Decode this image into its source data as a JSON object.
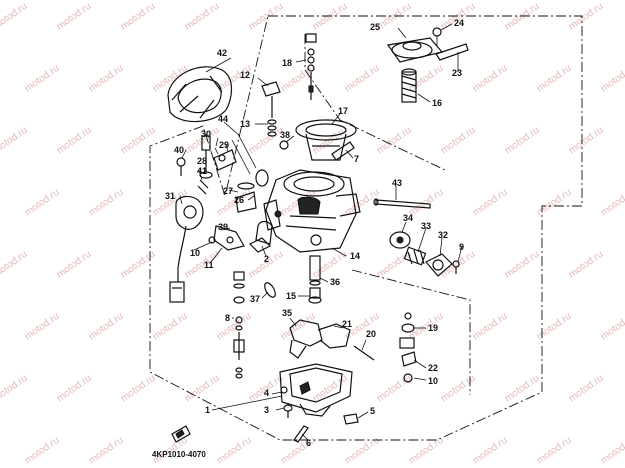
{
  "diagram": {
    "part_code": "4KP1010-4070",
    "watermark": "motod.ru",
    "callouts": [
      "1",
      "2",
      "3",
      "4",
      "5",
      "6",
      "7",
      "8",
      "9",
      "10",
      "11",
      "12",
      "13",
      "14",
      "15",
      "16",
      "17",
      "18",
      "19",
      "20",
      "21",
      "22",
      "23",
      "24",
      "25",
      "26",
      "27",
      "28",
      "29",
      "30",
      "31",
      "32",
      "33",
      "34",
      "35",
      "36",
      "37",
      "38",
      "39",
      "40",
      "41",
      "42",
      "43",
      "44"
    ]
  }
}
